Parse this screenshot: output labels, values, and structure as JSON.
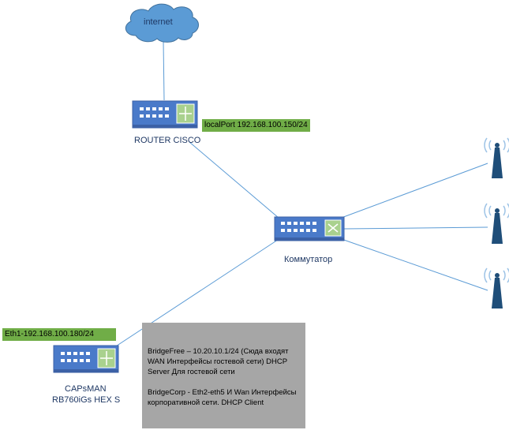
{
  "cloud": {
    "label": "internet"
  },
  "router": {
    "name": "ROUTER CISCO",
    "ip_label": "localPort 192.168.100.150/24"
  },
  "switch": {
    "name": "Коммутатор"
  },
  "capsman": {
    "name_line1": "CAPsMAN",
    "name_line2": "RB760iGs HEX S",
    "ip_label": "Eth1-192.168.100.180/24"
  },
  "note": {
    "para1": "BridgeFree – 10.20.10.1/24 (Сюда входят WAN Интерфейсы гостевой сети) DHCP Server Для гостевой сети",
    "para2": "BridgeCorp - Eth2-eth5  И Wan Интерфейсы корпоративной сети. DHCP Client"
  },
  "colors": {
    "device_blue": "#4a7ac9",
    "link_line": "#5b9bd5",
    "ip_box": "#70ad47",
    "note_bg": "#a6a6a6",
    "antenna": "#1f4e79"
  }
}
